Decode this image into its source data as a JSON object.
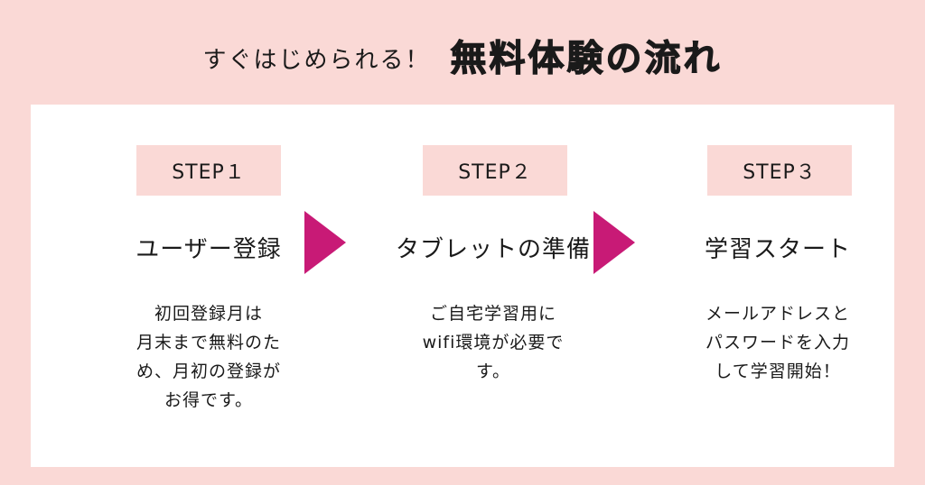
{
  "header": {
    "lead": "すぐはじめられる！",
    "title": "無料体験の流れ"
  },
  "steps": [
    {
      "label": "STEP１",
      "title": "ユーザー登録",
      "desc_lines": [
        "初回登録月は",
        "月末まで無料のた",
        "め、月初の登録が",
        "お得です。"
      ]
    },
    {
      "label": "STEP２",
      "title": "タブレットの準備",
      "desc_lines": [
        "ご自宅学習用に",
        "wifi環境が必要で",
        "す。"
      ]
    },
    {
      "label": "STEP３",
      "title": "学習スタート",
      "desc_lines": [
        "メールアドレスと",
        "パスワードを入力",
        "して学習開始！"
      ]
    }
  ],
  "colors": {
    "background": "#fad9d6",
    "panel": "#ffffff",
    "step_label_bg": "#fad9d6",
    "arrow": "#c81a76",
    "text": "#1a1a1a"
  },
  "icons": {
    "arrow_1": "right-triangle-icon",
    "arrow_2": "right-triangle-icon"
  }
}
